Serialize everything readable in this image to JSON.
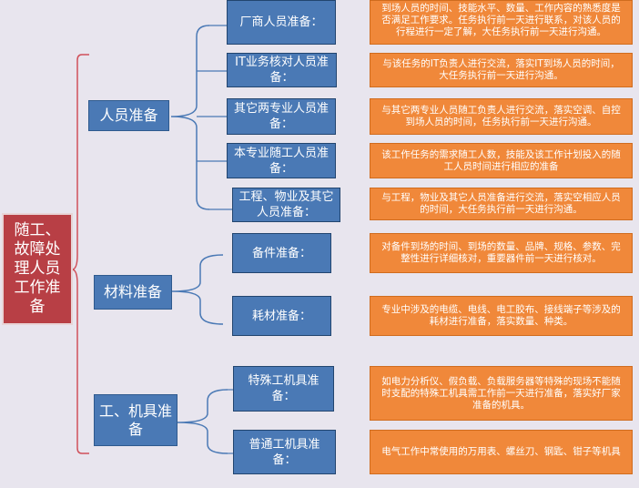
{
  "root": {
    "label": "随工、故障处理人员工作准备"
  },
  "categories": [
    {
      "label": "人员准备",
      "items": [
        {
          "label": "厂商人员准备：",
          "desc": "到场人员的时间、技能水平、数量、工作内容的熟悉度是否满足工作要求。任务执行前一天进行联系，对该人员的行程进行一定了解，大任务执行前一天进行沟通。"
        },
        {
          "label": "IT业务核对人员准备：",
          "desc": "与该任务的IT负责人进行交流，落实IT到场人员的时间，大任务执行前一天进行沟通。"
        },
        {
          "label": "其它两专业人员准备：",
          "desc": "与其它两专业人员随工负责人进行交流，落实空调、自控到场人员的时间，任务执行前一天进行沟通。"
        },
        {
          "label": "本专业随工人员准备：",
          "desc": "该工作任务的需求随工人数，技能及该工作计划投入的随工人员时间进行相应的准备"
        },
        {
          "label": "工程、物业及其它人员准备：",
          "desc": "与工程，物业及其它人员准备进行交流，落实空相应人员的时间，大任务执行前一天进行沟通。"
        }
      ]
    },
    {
      "label": "材料准备",
      "items": [
        {
          "label": "备件准备：",
          "desc": "对备件到场的时间、到场的数量、品牌、规格、参数、完整性进行详细核对，重要器件前一天进行核对。"
        },
        {
          "label": "耗材准备：",
          "desc": "专业中涉及的电缆、电线、电工胶布、接线端子等涉及的耗材进行准备，落实数量、种类。"
        }
      ]
    },
    {
      "label": "工、机具准备",
      "items": [
        {
          "label": "特殊工机具准备：",
          "desc": "如电力分析仪、假负载、负载服务器等特殊的现场不能随时支配的特殊工机具需工作前一天进行准备，落实好厂家准备的机具。"
        },
        {
          "label": "普通工机具准备：",
          "desc": "电气工作中常使用的万用表、螺丝刀、钢匙、钳子等机具"
        }
      ]
    }
  ],
  "colors": {
    "root_fill": "#b83f45",
    "category_fill": "#4a79b5",
    "desc_fill": "#f0883a",
    "brace_red": "#d0505a",
    "brace_blue": "#4a79b5",
    "background": "#e8e5ee"
  }
}
